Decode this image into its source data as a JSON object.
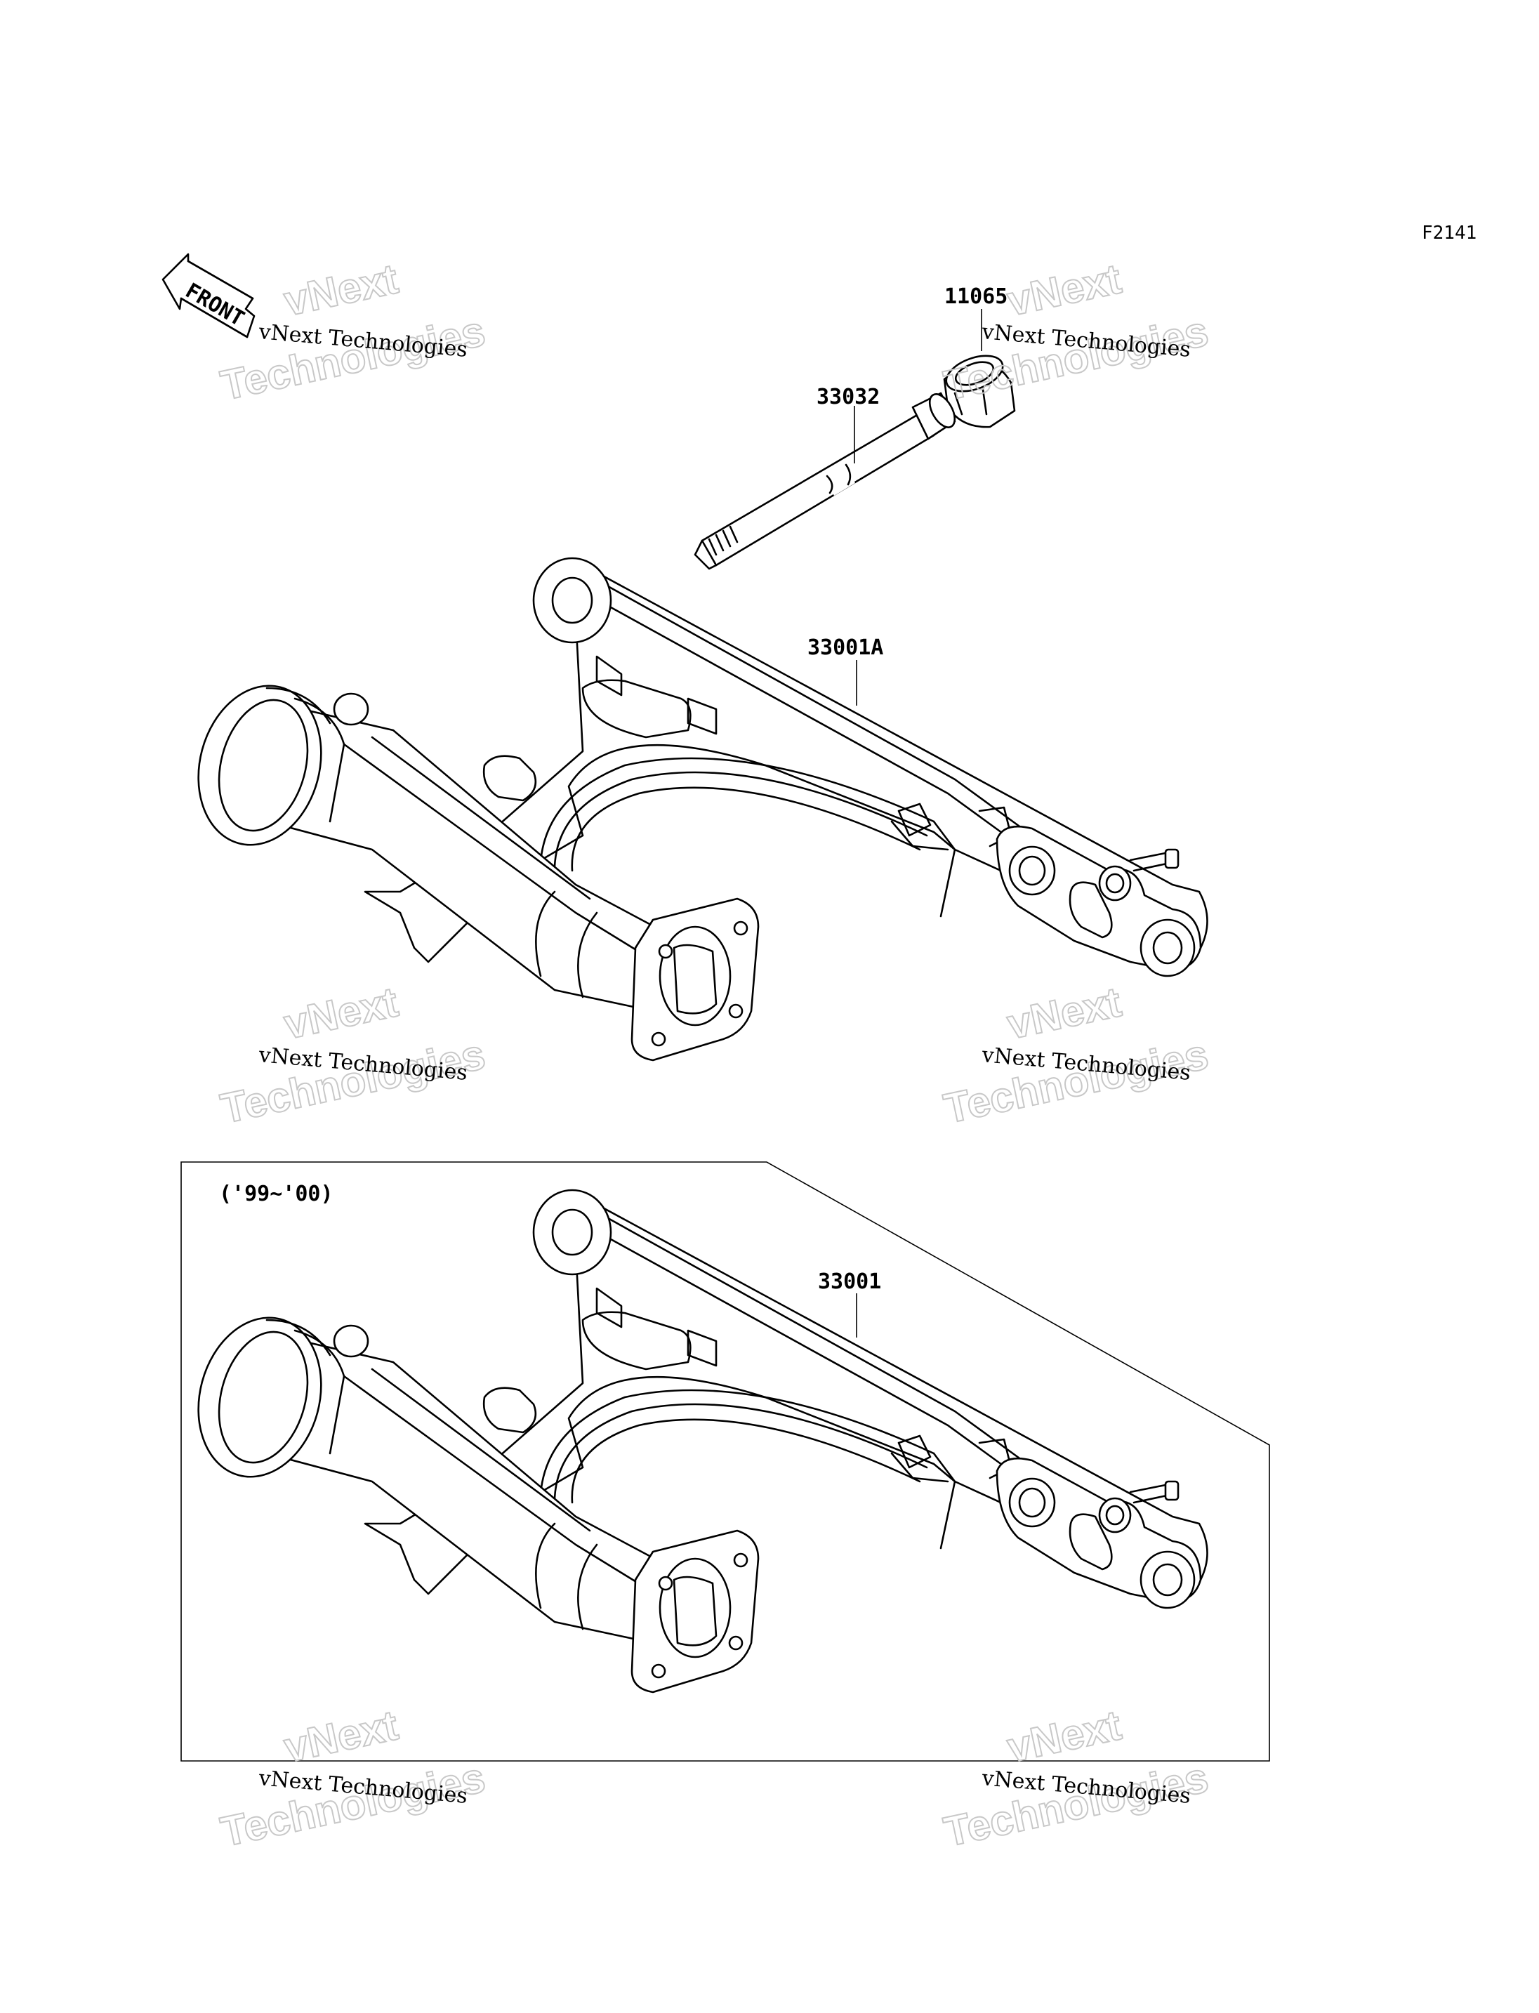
{
  "diagram_code": "F2141",
  "front_arrow": {
    "label": "FRONT",
    "icon": "front-arrow-icon"
  },
  "parts": {
    "collar": "11065",
    "pivot_shaft": "33032",
    "swingarm_current": "33001A",
    "swingarm_variant": "33001"
  },
  "variant_box": {
    "label": "('99~'00)"
  },
  "watermark": {
    "line1": "vNext Technologies",
    "line2": "vNext",
    "line3": "Technologies"
  }
}
